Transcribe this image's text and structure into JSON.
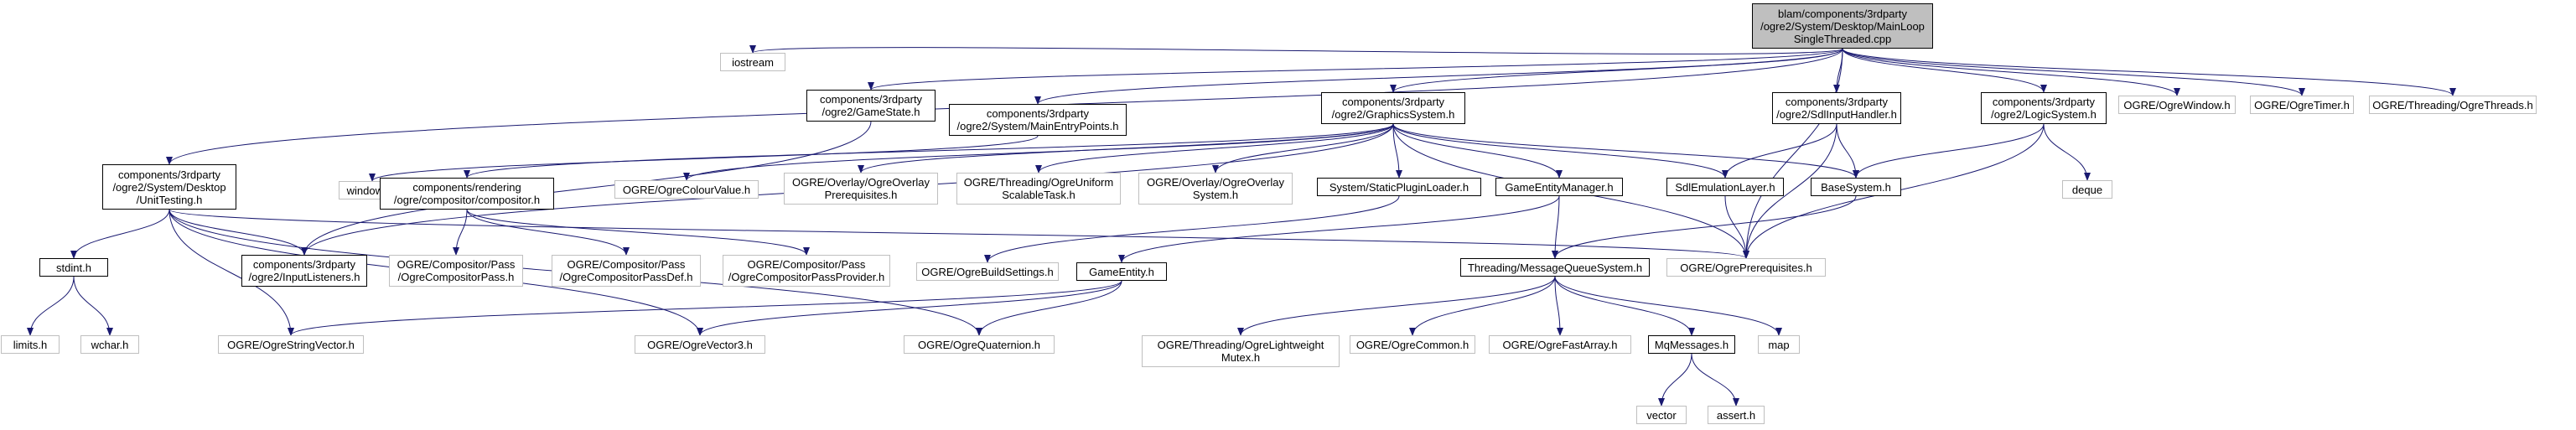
{
  "graph": {
    "edge_color": "#191970",
    "node_fill_root": "#bfbfbf",
    "node_border_documented": "#000000",
    "node_border_external": "#bfbfbf",
    "nodes": [
      {
        "id": "root",
        "label": "blam/components/3rdparty\n/ogre2/System/Desktop/MainLoop\nSingleThreaded.cpp",
        "kind": "root"
      },
      {
        "id": "iostream",
        "label": "iostream",
        "kind": "ext"
      },
      {
        "id": "gamestate",
        "label": "components/3rdparty\n/ogre2/GameState.h",
        "kind": "doc"
      },
      {
        "id": "mainentry",
        "label": "components/3rdparty\n/ogre2/System/MainEntryPoints.h",
        "kind": "doc"
      },
      {
        "id": "graphics",
        "label": "components/3rdparty\n/ogre2/GraphicsSystem.h",
        "kind": "doc"
      },
      {
        "id": "sdlinput",
        "label": "components/3rdparty\n/ogre2/SdlInputHandler.h",
        "kind": "doc"
      },
      {
        "id": "logic",
        "label": "components/3rdparty\n/ogre2/LogicSystem.h",
        "kind": "doc"
      },
      {
        "id": "ogrewindow",
        "label": "OGRE/OgreWindow.h",
        "kind": "ext"
      },
      {
        "id": "ogretimer",
        "label": "OGRE/OgreTimer.h",
        "kind": "ext"
      },
      {
        "id": "ogrethreads",
        "label": "OGRE/Threading/OgreThreads.h",
        "kind": "ext"
      },
      {
        "id": "unittesting",
        "label": "components/3rdparty\n/ogre2/System/Desktop\n/UnitTesting.h",
        "kind": "doc"
      },
      {
        "id": "windows",
        "label": "windows.h",
        "kind": "ext"
      },
      {
        "id": "compositor",
        "label": "components/rendering\n/ogre/compositor/compositor.h",
        "kind": "doc"
      },
      {
        "id": "colourvalue",
        "label": "OGRE/OgreColourValue.h",
        "kind": "ext"
      },
      {
        "id": "overlayprereq",
        "label": "OGRE/Overlay/OgreOverlay\nPrerequisites.h",
        "kind": "ext"
      },
      {
        "id": "uniformtask",
        "label": "OGRE/Threading/OgreUniform\nScalableTask.h",
        "kind": "ext"
      },
      {
        "id": "overlaysystem",
        "label": "OGRE/Overlay/OgreOverlay\nSystem.h",
        "kind": "ext"
      },
      {
        "id": "staticplugin",
        "label": "System/StaticPluginLoader.h",
        "kind": "doc"
      },
      {
        "id": "gem",
        "label": "GameEntityManager.h",
        "kind": "doc"
      },
      {
        "id": "sdlemu",
        "label": "SdlEmulationLayer.h",
        "kind": "doc"
      },
      {
        "id": "basesystem",
        "label": "BaseSystem.h",
        "kind": "doc"
      },
      {
        "id": "deque",
        "label": "deque",
        "kind": "ext"
      },
      {
        "id": "stdint",
        "label": "stdint.h",
        "kind": "doc"
      },
      {
        "id": "inputlisteners",
        "label": "components/3rdparty\n/ogre2/InputListeners.h",
        "kind": "doc"
      },
      {
        "id": "comppass",
        "label": "OGRE/Compositor/Pass\n/OgreCompositorPass.h",
        "kind": "ext"
      },
      {
        "id": "comppassdef",
        "label": "OGRE/Compositor/Pass\n/OgreCompositorPassDef.h",
        "kind": "ext"
      },
      {
        "id": "comppassprov",
        "label": "OGRE/Compositor/Pass\n/OgreCompositorPassProvider.h",
        "kind": "ext"
      },
      {
        "id": "buildsettings",
        "label": "OGRE/OgreBuildSettings.h",
        "kind": "ext"
      },
      {
        "id": "gameentity",
        "label": "GameEntity.h",
        "kind": "doc"
      },
      {
        "id": "mqsystem",
        "label": "Threading/MessageQueueSystem.h",
        "kind": "doc"
      },
      {
        "id": "ogreprereq",
        "label": "OGRE/OgrePrerequisites.h",
        "kind": "ext"
      },
      {
        "id": "limits",
        "label": "limits.h",
        "kind": "ext"
      },
      {
        "id": "wchar",
        "label": "wchar.h",
        "kind": "ext"
      },
      {
        "id": "stringvector",
        "label": "OGRE/OgreStringVector.h",
        "kind": "ext"
      },
      {
        "id": "vector3",
        "label": "OGRE/OgreVector3.h",
        "kind": "ext"
      },
      {
        "id": "quaternion",
        "label": "OGRE/OgreQuaternion.h",
        "kind": "ext"
      },
      {
        "id": "lwmutex",
        "label": "OGRE/Threading/OgreLightweight\nMutex.h",
        "kind": "ext"
      },
      {
        "id": "common",
        "label": "OGRE/OgreCommon.h",
        "kind": "ext"
      },
      {
        "id": "fastarray",
        "label": "OGRE/OgreFastArray.h",
        "kind": "ext"
      },
      {
        "id": "mqmessages",
        "label": "MqMessages.h",
        "kind": "doc"
      },
      {
        "id": "map",
        "label": "map",
        "kind": "ext"
      },
      {
        "id": "vector",
        "label": "vector",
        "kind": "ext"
      },
      {
        "id": "assert",
        "label": "assert.h",
        "kind": "ext"
      }
    ],
    "edges": [
      [
        "root",
        "iostream"
      ],
      [
        "root",
        "gamestate"
      ],
      [
        "root",
        "mainentry"
      ],
      [
        "root",
        "graphics"
      ],
      [
        "root",
        "sdlinput"
      ],
      [
        "root",
        "logic"
      ],
      [
        "root",
        "ogrewindow"
      ],
      [
        "root",
        "ogretimer"
      ],
      [
        "root",
        "ogrethreads"
      ],
      [
        "root",
        "unittesting"
      ],
      [
        "root",
        "ogreprereq"
      ],
      [
        "gamestate",
        "inputlisteners"
      ],
      [
        "mainentry",
        "windows"
      ],
      [
        "graphics",
        "compositor"
      ],
      [
        "graphics",
        "colourvalue"
      ],
      [
        "graphics",
        "overlayprereq"
      ],
      [
        "graphics",
        "uniformtask"
      ],
      [
        "graphics",
        "overlaysystem"
      ],
      [
        "graphics",
        "staticplugin"
      ],
      [
        "graphics",
        "gem"
      ],
      [
        "graphics",
        "sdlemu"
      ],
      [
        "graphics",
        "basesystem"
      ],
      [
        "graphics",
        "ogreprereq"
      ],
      [
        "graphics",
        "inputlisteners"
      ],
      [
        "sdlinput",
        "sdlemu"
      ],
      [
        "sdlinput",
        "basesystem"
      ],
      [
        "sdlinput",
        "ogreprereq"
      ],
      [
        "logic",
        "basesystem"
      ],
      [
        "logic",
        "deque"
      ],
      [
        "logic",
        "ogreprereq"
      ],
      [
        "unittesting",
        "stdint"
      ],
      [
        "unittesting",
        "inputlisteners"
      ],
      [
        "unittesting",
        "stringvector"
      ],
      [
        "unittesting",
        "vector3"
      ],
      [
        "unittesting",
        "quaternion"
      ],
      [
        "unittesting",
        "ogreprereq"
      ],
      [
        "compositor",
        "comppass"
      ],
      [
        "compositor",
        "comppassdef"
      ],
      [
        "compositor",
        "comppassprov"
      ],
      [
        "staticplugin",
        "buildsettings"
      ],
      [
        "gem",
        "gameentity"
      ],
      [
        "gem",
        "mqsystem"
      ],
      [
        "sdlemu",
        "ogreprereq"
      ],
      [
        "basesystem",
        "mqsystem"
      ],
      [
        "stdint",
        "limits"
      ],
      [
        "stdint",
        "wchar"
      ],
      [
        "gameentity",
        "stringvector"
      ],
      [
        "gameentity",
        "vector3"
      ],
      [
        "gameentity",
        "quaternion"
      ],
      [
        "mqsystem",
        "lwmutex"
      ],
      [
        "mqsystem",
        "common"
      ],
      [
        "mqsystem",
        "fastarray"
      ],
      [
        "mqsystem",
        "mqmessages"
      ],
      [
        "mqsystem",
        "map"
      ],
      [
        "mqmessages",
        "vector"
      ],
      [
        "mqmessages",
        "assert"
      ]
    ]
  }
}
